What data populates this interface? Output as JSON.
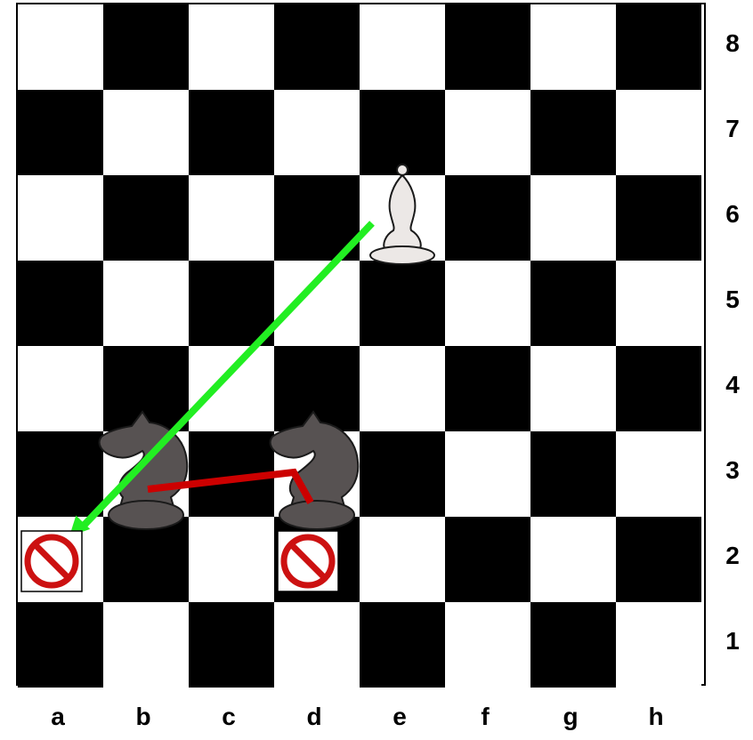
{
  "board": {
    "files": [
      "a",
      "b",
      "c",
      "d",
      "e",
      "f",
      "g",
      "h"
    ],
    "ranks": [
      "8",
      "7",
      "6",
      "5",
      "4",
      "3",
      "2",
      "1"
    ],
    "light_color": "#ffffff",
    "dark_color": "#000000"
  },
  "pieces": [
    {
      "name": "white-bishop",
      "type": "bishop",
      "color": "white",
      "square": "e6"
    },
    {
      "name": "black-knight-b3",
      "type": "knight",
      "color": "black",
      "square": "b3"
    },
    {
      "name": "black-knight-d3",
      "type": "knight",
      "color": "black",
      "square": "d3"
    }
  ],
  "arrows": [
    {
      "name": "bishop-move-arrow",
      "from": "e6",
      "to": "a2",
      "color": "#22ee22",
      "kind": "allowed"
    },
    {
      "name": "knight-b3-to-d2-blocked",
      "from": "b3",
      "to": "d2",
      "color": "#cc0000",
      "kind": "blocked"
    }
  ],
  "blocked_markers": [
    {
      "name": "no-entry-a2",
      "square": "a2"
    },
    {
      "name": "no-entry-d2",
      "square": "d2"
    }
  ],
  "colors": {
    "allowed_arrow": "#22ee22",
    "blocked_arrow": "#cc0000",
    "no_entry": "#cc1111",
    "black_piece": "#575252",
    "white_piece": "#ece8e6"
  }
}
